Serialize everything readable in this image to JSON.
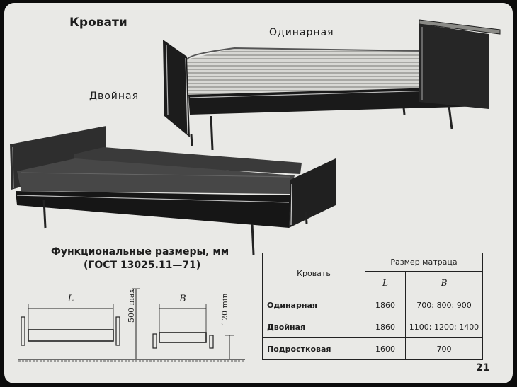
{
  "heading": "Кровати",
  "beds": {
    "single_label": "Одинарная",
    "double_label": "Двойная"
  },
  "dimensions": {
    "heading_line1": "Функциональные размеры, мм",
    "heading_line2": "(ГОСТ 13025.11—71)",
    "length_symbol": "L",
    "width_symbol": "B",
    "height_label": "500 max",
    "clearance_label": "120 min"
  },
  "table": {
    "col_bed": "Кровать",
    "col_mattress": "Размер матраца",
    "sub_l": "L",
    "sub_b": "B",
    "rows": [
      {
        "name": "Одинарная",
        "l": "1860",
        "b": "700; 800; 900"
      },
      {
        "name": "Двойная",
        "l": "1860",
        "b": "1100; 1200; 1400"
      },
      {
        "name": "Подростковая",
        "l": "1600",
        "b": "700"
      }
    ]
  },
  "page_number": "21"
}
